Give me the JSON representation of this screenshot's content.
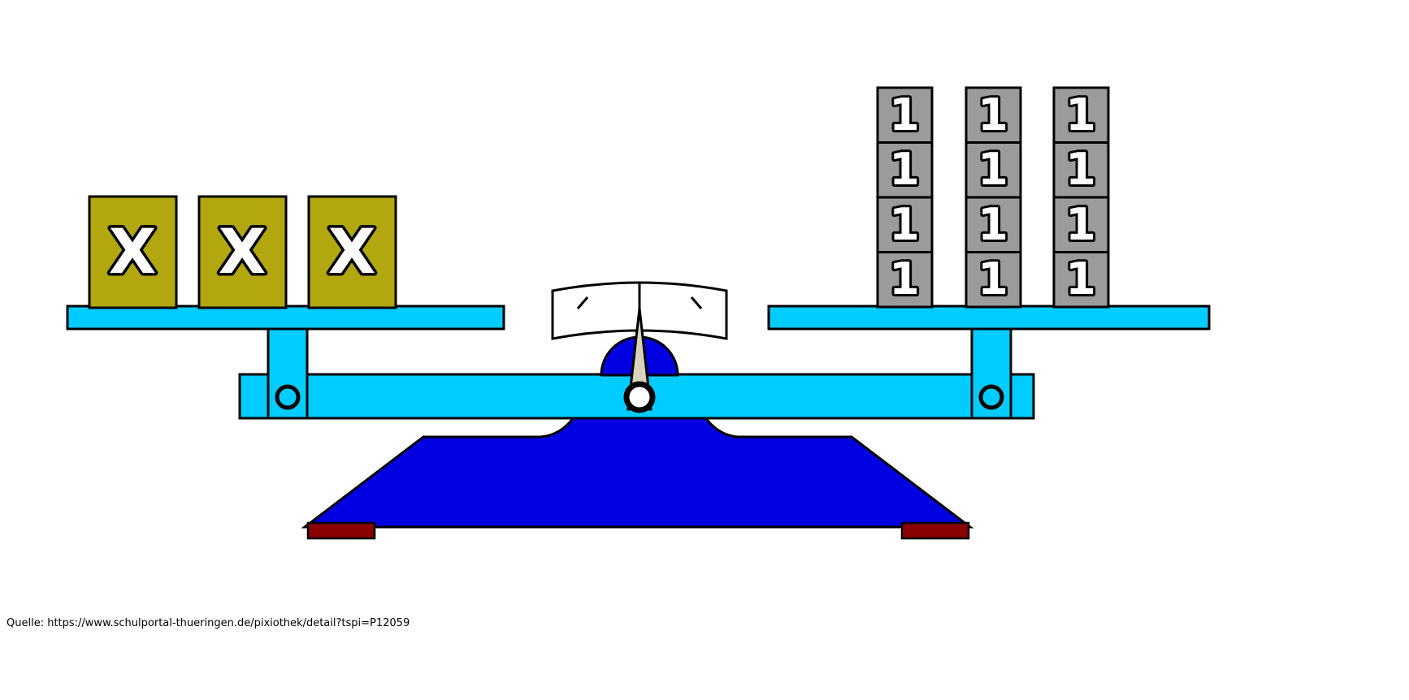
{
  "diagram": {
    "type": "balance-scale",
    "description_caption": "Quelle: https://www.schulportal-thueringen.de/pixiothek/detail?tspi=P12059",
    "left_pan": {
      "boxes": [
        "X",
        "X",
        "X"
      ]
    },
    "right_pan": {
      "stacks": [
        [
          "1",
          "1",
          "1",
          "1"
        ],
        [
          "1",
          "1",
          "1",
          "1"
        ],
        [
          "1",
          "1",
          "1",
          "1"
        ]
      ]
    },
    "colors": {
      "pan": "#00ccff",
      "x_box": "#b2a70e",
      "unit_box": "#9b9b9b",
      "box_label": "#ffffff",
      "base": "#0000e0",
      "feet": "#8b0000",
      "pointer": "#d9d3bd",
      "gauge": "#ffffff",
      "pivot_fill": "#ffffff",
      "background": "#ffffff"
    }
  }
}
